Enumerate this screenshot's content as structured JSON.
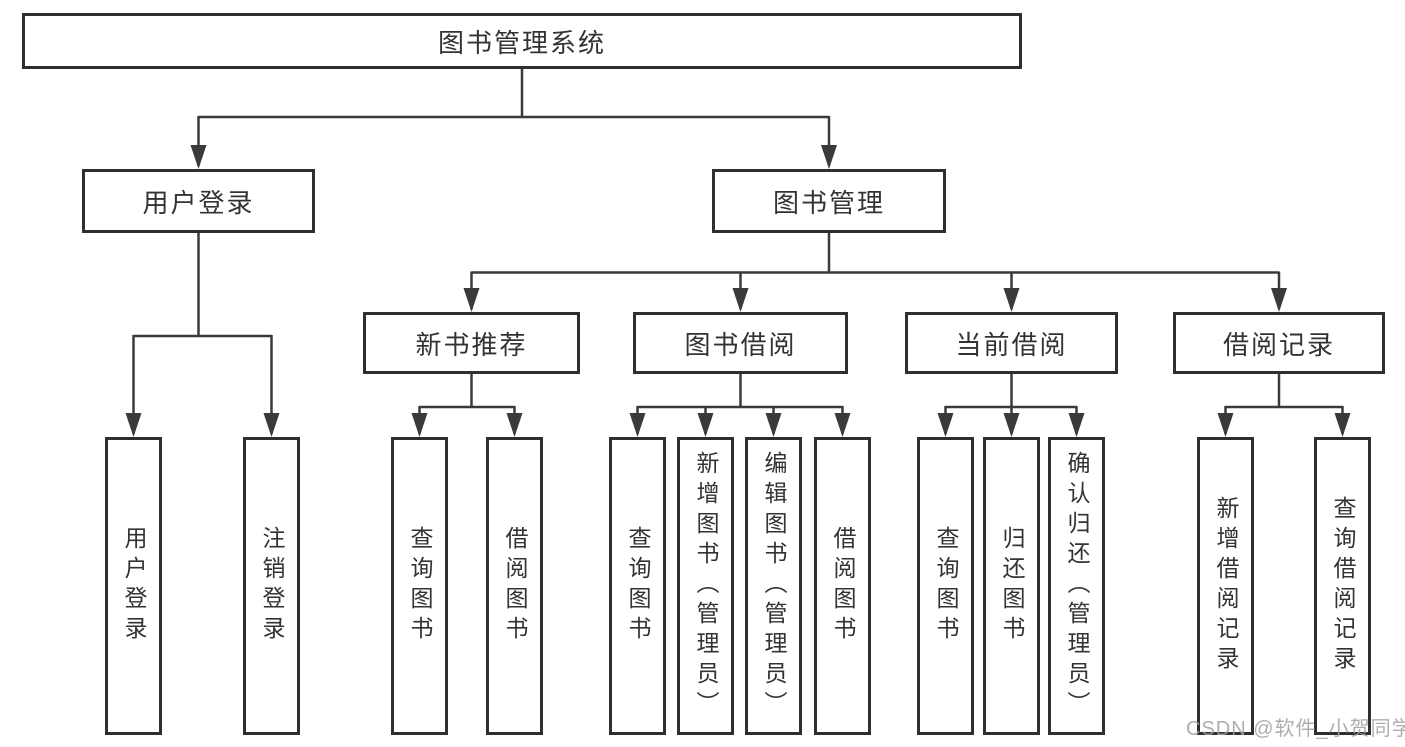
{
  "colors": {
    "line": "#3a3a3a",
    "border": "#2f2f2f",
    "text": "#333333",
    "background": "#ffffff",
    "watermark": "#a0a0a0"
  },
  "tree": {
    "root": "图书管理系统",
    "level2": [
      {
        "label": "用户登录",
        "children": [
          "用户登录",
          "注销登录"
        ]
      },
      {
        "label": "图书管理",
        "subgroups": [
          {
            "label": "新书推荐",
            "children": [
              "查询图书",
              "借阅图书"
            ]
          },
          {
            "label": "图书借阅",
            "children": [
              "查询图书",
              "新增图书（管理员）",
              "编辑图书（管理员）",
              "借阅图书"
            ]
          },
          {
            "label": "当前借阅",
            "children": [
              "查询图书",
              "归还图书",
              "确认归还（管理员）"
            ]
          },
          {
            "label": "借阅记录",
            "children": [
              "新增借阅记录",
              "查询借阅记录"
            ]
          }
        ]
      }
    ]
  },
  "watermark": "CSDN @软件_小贺同学"
}
